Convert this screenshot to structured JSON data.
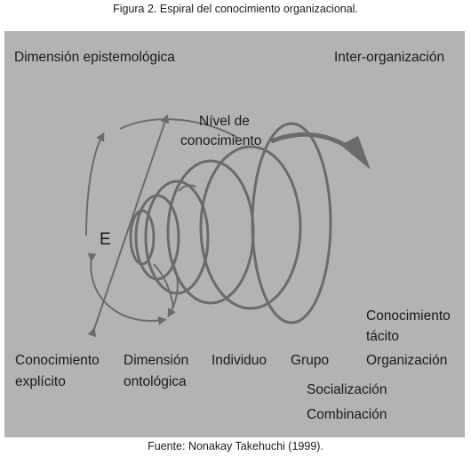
{
  "caption_top": "Figura 2. Espiral del conocimiento organizacional.",
  "caption_bottom": "Fuente: Nonakay Takehuchi (1999).",
  "labels": {
    "epistemological_dimension": "Dimensión epistemológica",
    "inter_organization": "Inter-organización",
    "knowledge_level_line1": "Nível de",
    "knowledge_level_line2": "conocimiento",
    "e_marker": "E",
    "tacit_knowledge_line1": "Conocimiento",
    "tacit_knowledge_line2": "tácito",
    "explicit_knowledge_line1": "Conocimiento",
    "explicit_knowledge_line2": "explícito",
    "ontological_dimension_line1": "Dimensión",
    "ontological_dimension_line2": "ontológica",
    "individual": "Individuo",
    "group": "Grupo",
    "organization": "Organización",
    "socialization": "Socialización",
    "combination": "Combinación"
  },
  "colors": {
    "panel_background": "#b3b3b3",
    "spiral_stroke": "#6b6b6b",
    "text": "#1a1a1a"
  }
}
